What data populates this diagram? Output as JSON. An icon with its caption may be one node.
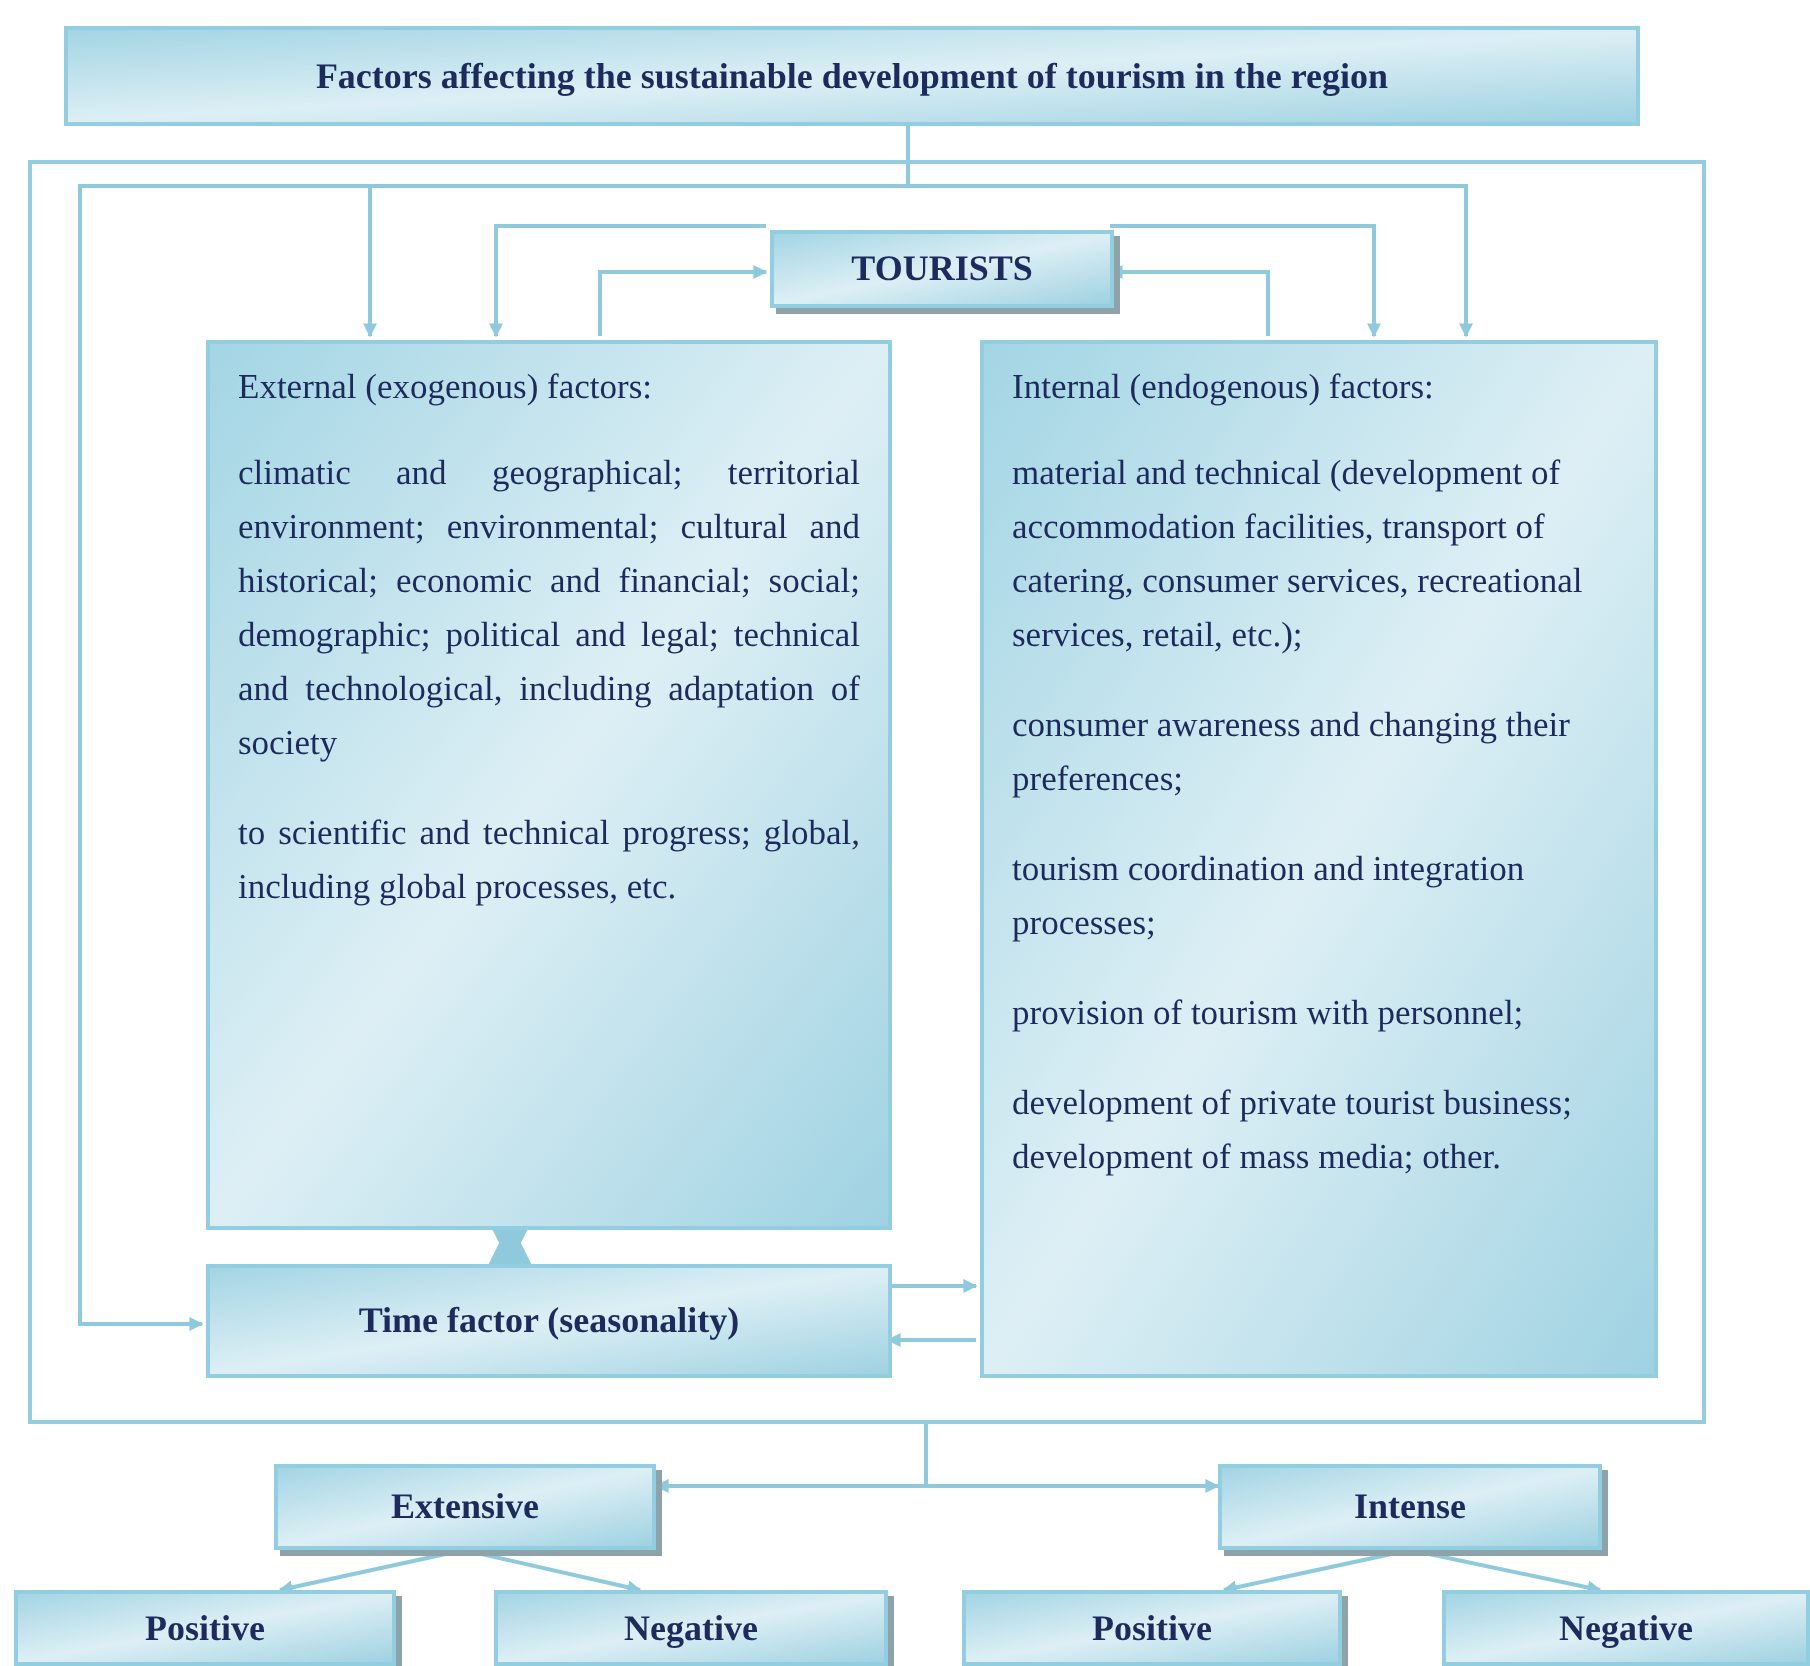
{
  "diagram": {
    "nodes": [
      {
        "text": [
          "Factors affecting the sustainable development of tourism in the region"
        ]
      },
      {
        "text": [],
        "shape": "box"
      },
      {
        "text": [
          "TOURISTS"
        ],
        "in": 1
      },
      {
        "text": [
          "External (exogenous) factors:",
          "climatic and geographical; territorial environment; environmental; cultural and historical; economic and financial; social; demographic; political and legal; technical and technological, including adaptation of society",
          "to scientific and technical progress; global, including global processes, etc."
        ],
        "in": 1
      },
      {
        "text": [
          "Internal (endogenous) factors:",
          "material and technical (development of accommodation facilities, transport of catering, consumer services, recreational services, retail, etc.);",
          "consumer awareness and changing their preferences;",
          "tourism coordination and integration processes;",
          "provision of tourism with personnel;",
          "development of private tourist business; development of mass media; other."
        ],
        "in": 1
      },
      {
        "text": [
          "Time factor (seasonality)"
        ],
        "in": 1
      },
      {
        "text": [
          "Extensive"
        ]
      },
      {
        "text": [
          "Intense"
        ]
      },
      {
        "text": [
          "Positive"
        ]
      },
      {
        "text": [
          "Negative"
        ]
      },
      {
        "text": [
          "Positive"
        ]
      },
      {
        "text": [
          "Negative"
        ]
      }
    ],
    "edges": [
      {
        "from": 0,
        "to": 3,
        "arrow": "to"
      },
      {
        "from": 0,
        "to": 4,
        "arrow": "to"
      },
      {
        "from": 0,
        "to": 5,
        "arrow": "to"
      },
      {
        "from": 2,
        "to": 3,
        "arrow": "to"
      },
      {
        "from": 2,
        "to": 4,
        "arrow": "to"
      },
      {
        "from": 3,
        "to": 2,
        "arrow": "to"
      },
      {
        "from": 4,
        "to": 2,
        "arrow": "to"
      },
      {
        "from": 3,
        "to": 5,
        "arrow": "both",
        "style": "thick"
      },
      {
        "from": 5,
        "to": 4,
        "arrow": "to"
      },
      {
        "from": 4,
        "to": 5,
        "arrow": "to"
      },
      {
        "from": 1,
        "to": 6,
        "arrow": "to"
      },
      {
        "from": 1,
        "to": 7,
        "arrow": "to"
      },
      {
        "from": 6,
        "to": 8,
        "arrow": "to"
      },
      {
        "from": 6,
        "to": 9,
        "arrow": "to"
      },
      {
        "from": 7,
        "to": 10,
        "arrow": "to"
      },
      {
        "from": 7,
        "to": 11,
        "arrow": "to"
      }
    ]
  }
}
